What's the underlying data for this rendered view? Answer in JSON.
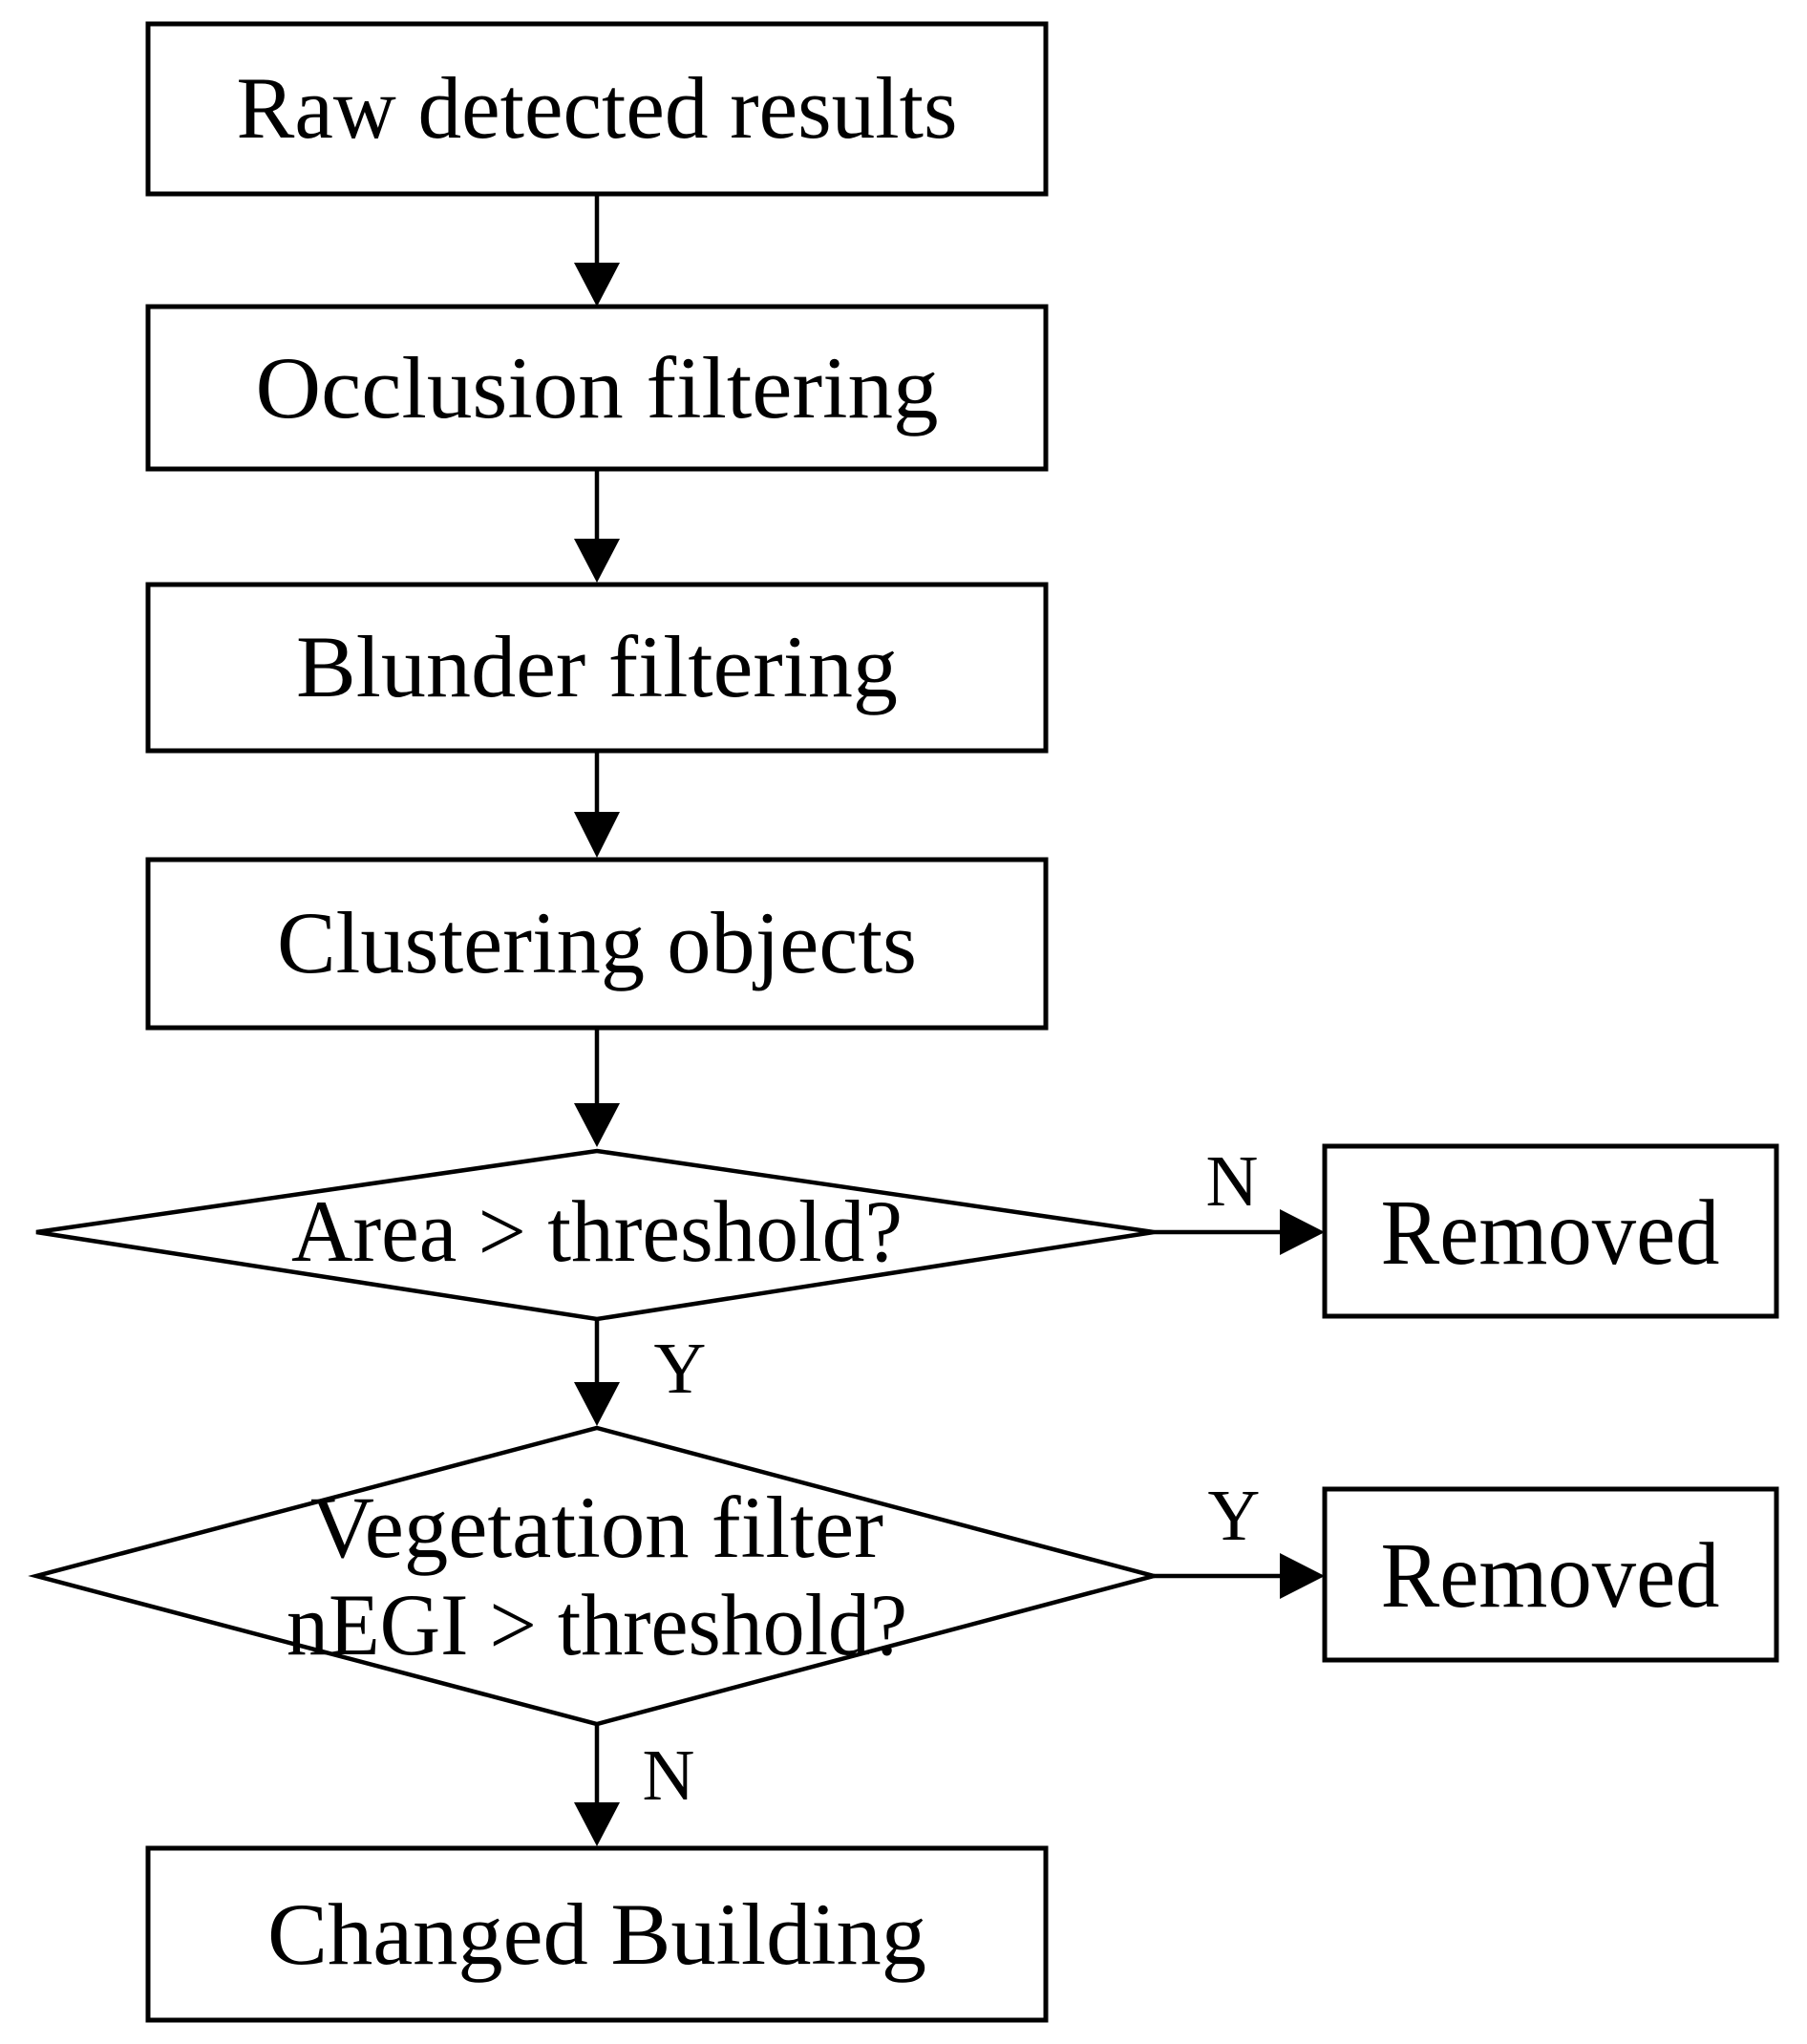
{
  "flowchart": {
    "background_color": "#ffffff",
    "line_color": "#000000",
    "text_color": "#000000",
    "nodes": {
      "raw_detected_results": {
        "label": "Raw detected results",
        "shape": "rectangle"
      },
      "occlusion_filtering": {
        "label": "Occlusion filtering",
        "shape": "rectangle"
      },
      "blunder_filtering": {
        "label": "Blunder filtering",
        "shape": "rectangle"
      },
      "clustering_objects": {
        "label": "Clustering objects",
        "shape": "rectangle"
      },
      "area_threshold_decision": {
        "label": "Area > threshold?",
        "shape": "diamond"
      },
      "removed_after_area": {
        "label": "Removed",
        "shape": "rectangle"
      },
      "vegetation_decision": {
        "label_line1": "Vegetation filter",
        "label_line2": "nEGI > threshold?",
        "shape": "diamond"
      },
      "removed_after_vegetation": {
        "label": "Removed",
        "shape": "rectangle"
      },
      "changed_building": {
        "label": "Changed Building",
        "shape": "rectangle"
      }
    },
    "edge_labels": {
      "area_no": "N",
      "area_yes": "Y",
      "vegetation_yes": "Y",
      "vegetation_no": "N"
    }
  }
}
